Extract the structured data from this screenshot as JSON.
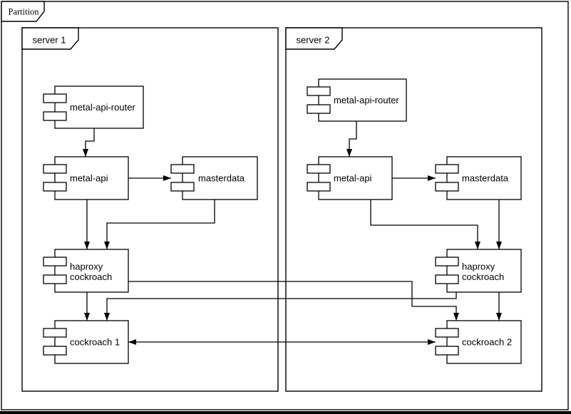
{
  "partition": {
    "label": "Partition"
  },
  "servers": [
    {
      "label": "server 1",
      "components": [
        {
          "name": "metal-api-router",
          "label": "metal-api-router"
        },
        {
          "name": "metal-api",
          "label": "metal-api"
        },
        {
          "name": "masterdata",
          "label": "masterdata"
        },
        {
          "name": "haproxy-cockroach",
          "label": "haproxy cockroach",
          "lines": [
            "haproxy",
            "cockroach"
          ]
        },
        {
          "name": "cockroach-1",
          "label": "cockroach 1"
        }
      ]
    },
    {
      "label": "server 2",
      "components": [
        {
          "name": "metal-api-router",
          "label": "metal-api-router"
        },
        {
          "name": "metal-api",
          "label": "metal-api"
        },
        {
          "name": "masterdata",
          "label": "masterdata"
        },
        {
          "name": "haproxy-cockroach",
          "label": "haproxy cockroach",
          "lines": [
            "haproxy",
            "cockroach"
          ]
        },
        {
          "name": "cockroach-2",
          "label": "cockroach 2"
        }
      ]
    }
  ],
  "edges": [
    {
      "from": "server1.metal-api-router",
      "to": "server1.metal-api",
      "direction": "one-way"
    },
    {
      "from": "server1.metal-api",
      "to": "server1.masterdata",
      "direction": "one-way"
    },
    {
      "from": "server1.metal-api",
      "to": "server1.haproxy-cockroach",
      "direction": "one-way"
    },
    {
      "from": "server1.masterdata",
      "to": "server1.haproxy-cockroach",
      "direction": "one-way"
    },
    {
      "from": "server1.haproxy-cockroach",
      "to": "server1.cockroach-1",
      "direction": "one-way"
    },
    {
      "from": "server1.haproxy-cockroach",
      "to": "server2.cockroach-2",
      "direction": "one-way"
    },
    {
      "from": "server2.haproxy-cockroach",
      "to": "server1.cockroach-1",
      "direction": "one-way"
    },
    {
      "from": "server1.cockroach-1",
      "to": "server2.cockroach-2",
      "direction": "two-way"
    },
    {
      "from": "server2.metal-api-router",
      "to": "server2.metal-api",
      "direction": "one-way"
    },
    {
      "from": "server2.metal-api",
      "to": "server2.masterdata",
      "direction": "one-way"
    },
    {
      "from": "server2.metal-api",
      "to": "server2.haproxy-cockroach",
      "direction": "one-way"
    },
    {
      "from": "server2.masterdata",
      "to": "server2.haproxy-cockroach",
      "direction": "one-way"
    },
    {
      "from": "server2.haproxy-cockroach",
      "to": "server2.cockroach-2",
      "direction": "one-way"
    }
  ],
  "colors": {
    "stroke": "#000000",
    "fill": "#ffffff",
    "canvas": "#ffffff"
  }
}
